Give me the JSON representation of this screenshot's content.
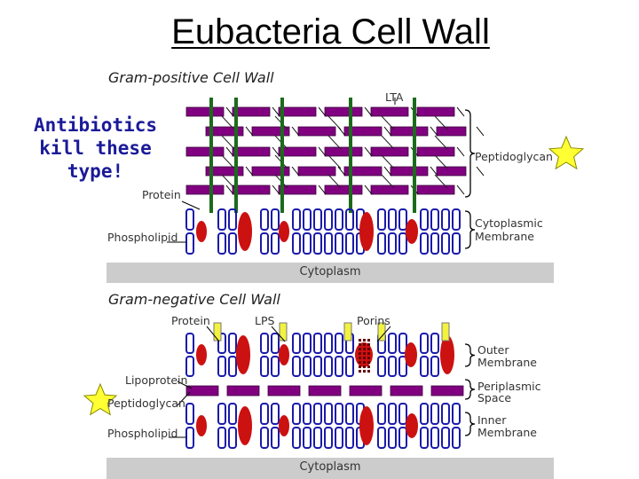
{
  "slide": {
    "title": "Eubacteria Cell Wall",
    "note": "Antibiotics kill these type!"
  },
  "gram_positive": {
    "heading": "Gram-positive Cell Wall",
    "labels": {
      "lta": "LTA",
      "peptidoglycan": "Peptidoglycan",
      "protein": "Protein",
      "phospholipid": "Phospholipid",
      "cytoplasmic_membrane_1": "Cytoplasmic",
      "cytoplasmic_membrane_2": "Membrane",
      "cytoplasm": "Cytoplasm"
    }
  },
  "gram_negative": {
    "heading": "Gram-negative Cell Wall",
    "labels": {
      "protein": "Protein",
      "lps": "LPS",
      "porins": "Porins",
      "lipoprotein": "Lipoprotein",
      "peptidoglycan": "Peptidoglycan",
      "phospholipid": "Phospholipid",
      "outer_membrane_1": "Outer",
      "outer_membrane_2": "Membrane",
      "periplasmic_space_1": "Periplasmic",
      "periplasmic_space_2": "Space",
      "inner_membrane_1": "Inner",
      "inner_membrane_2": "Membrane",
      "cytoplasm": "Cytoplasm"
    }
  },
  "colors": {
    "peptidoglycan": "#800080",
    "lta": "#1b6b1b",
    "membrane": "#1a1aaa",
    "protein": "#cc1111",
    "star": "#ffff33",
    "cytoplasm_band": "#cccccc",
    "lps_yellow": "#f2f240",
    "note_text": "#1a1a99"
  },
  "icons": [
    "star-icon",
    "brace-icon"
  ]
}
